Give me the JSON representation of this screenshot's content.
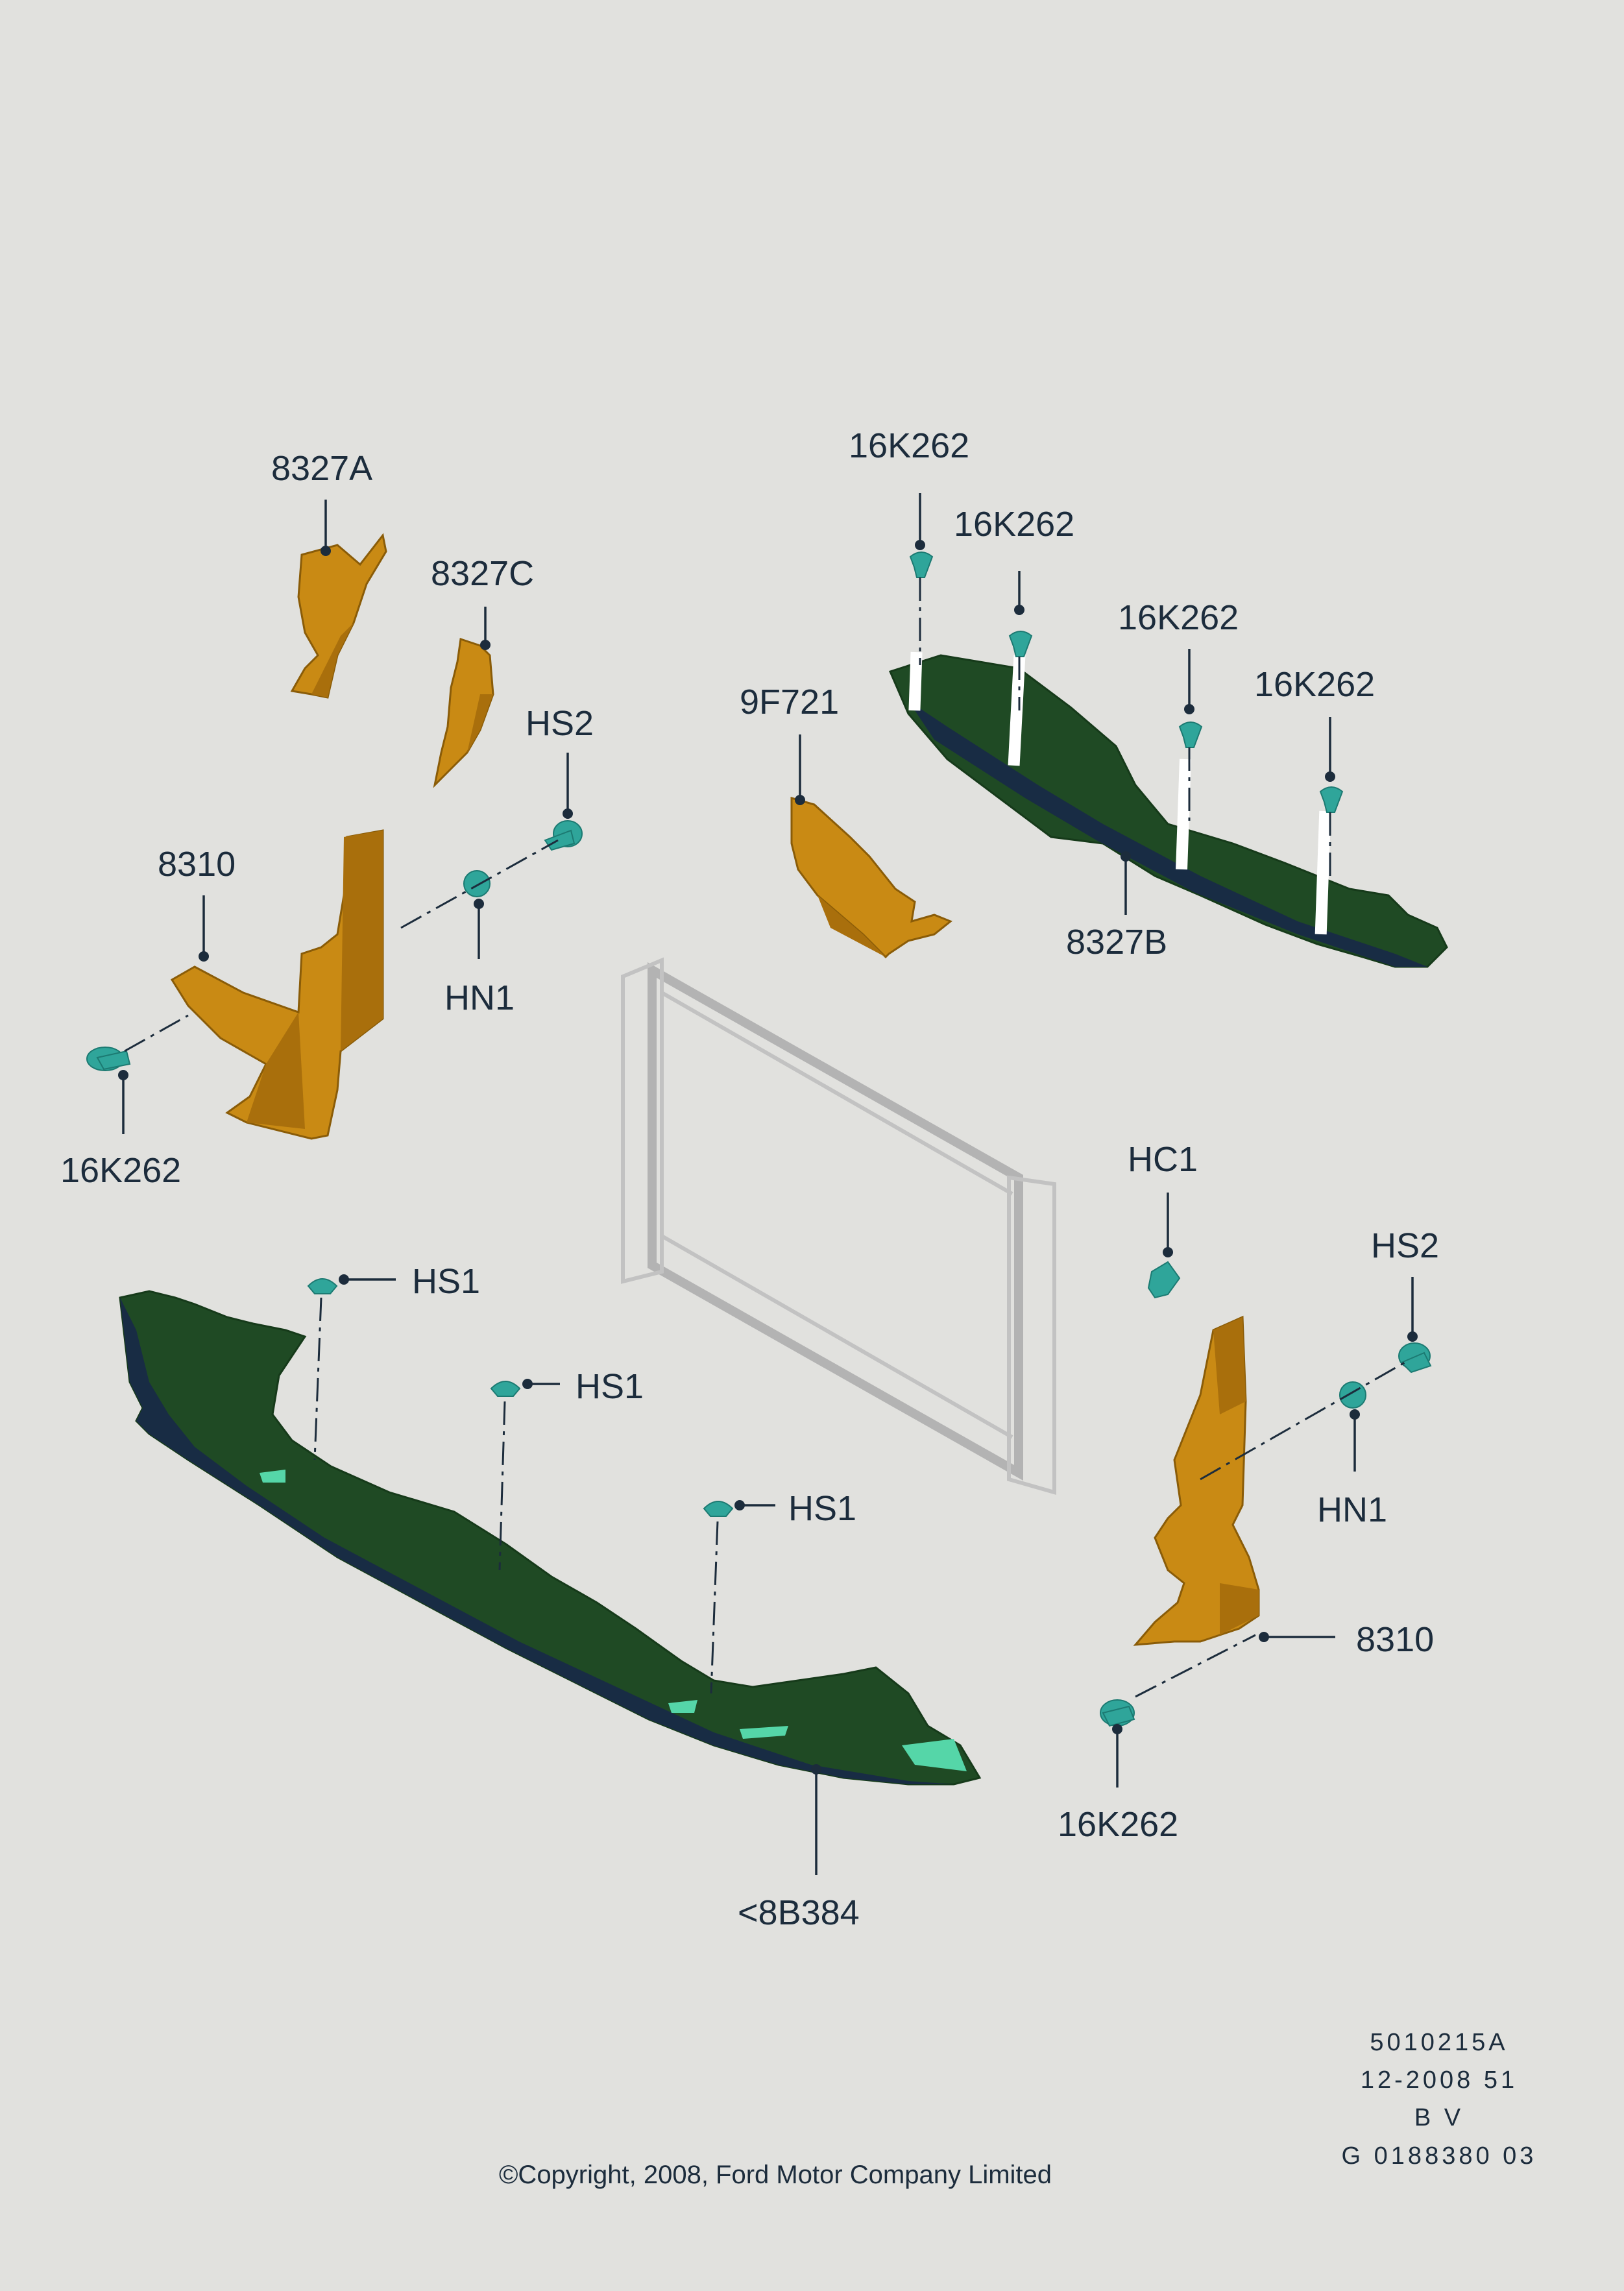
{
  "callouts": {
    "c_8327A": "8327A",
    "c_8327C": "8327C",
    "c_HS2_left": "HS2",
    "c_HN1_left": "HN1",
    "c_8310_left": "8310",
    "c_16K262_left": "16K262",
    "c_9F721": "9F721",
    "c_16K262_t1": "16K262",
    "c_16K262_t2": "16K262",
    "c_16K262_t3": "16K262",
    "c_16K262_t4": "16K262",
    "c_8327B": "8327B",
    "c_HC1": "HC1",
    "c_HS2_right": "HS2",
    "c_HN1_right": "HN1",
    "c_8310_right": "8310",
    "c_16K262_right": "16K262",
    "c_HS1_a": "HS1",
    "c_HS1_b": "HS1",
    "c_HS1_c": "HS1",
    "c_8B384": "<8B384"
  },
  "footer": {
    "part_code": "5010215A",
    "date_code": "12-2008 51",
    "bv": "B V",
    "drawing_number": "G 0188380 03",
    "copyright": "©Copyright, 2008, Ford Motor Company Limited"
  },
  "colors": {
    "background": "#e1e1de",
    "air_deflector_orange": "#c98a14",
    "splash_shield_green": "#1f4a24",
    "shield_underside_navy": "#182c44",
    "fastener_teal": "#2fa59a",
    "radiator_outline_grey": "#b3b3b3",
    "text": "#1c2c3c"
  }
}
